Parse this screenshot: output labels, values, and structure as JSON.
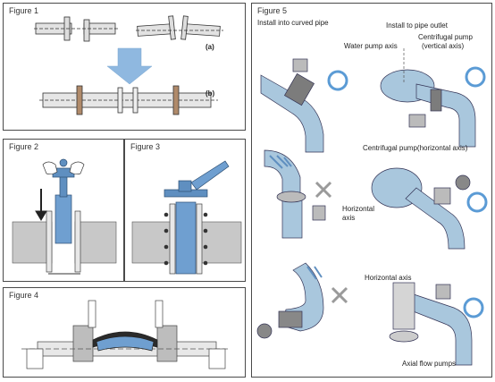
{
  "figure1": {
    "title": "Figure 1",
    "label_a": "(a)",
    "label_b": "(b)"
  },
  "figure2": {
    "title": "Figure 2"
  },
  "figure3": {
    "title": "Figure 3"
  },
  "figure4": {
    "title": "Figure 4"
  },
  "figure5": {
    "title": "Figure 5",
    "install_curved": "Install into curved pipe",
    "install_outlet": "Install to pipe outlet",
    "water_pump_axis": "Water pump axis",
    "centrifugal_vertical_1": "Centrifugal pump",
    "centrifugal_vertical_2": "(vertical axis)",
    "centrifugal_horizontal": "Centrifugal pump(horizontal axis)",
    "horizontal_axis_1": "Horizontal",
    "horizontal_axis_2": "axis",
    "horizontal_axis_right": "Horizontal axis",
    "axial_flow": "Axial flow pumps"
  },
  "colors": {
    "pipe": "#a9c7dd",
    "valve_blue": "#5f8fc0",
    "ok_circle": "#5b9bd5",
    "x_mark": "#9a9a9a",
    "arrow_blue": "#8fb8e0",
    "ground": "#c8c8c8"
  }
}
